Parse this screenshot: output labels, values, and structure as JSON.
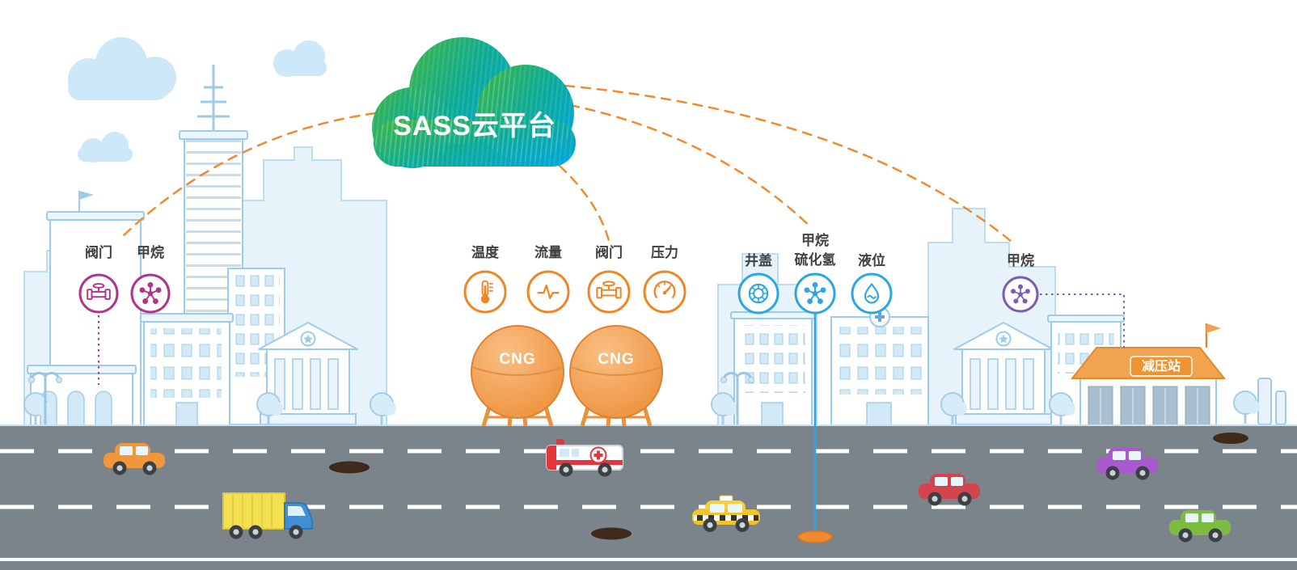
{
  "cloud": {
    "label": "SASS云平台"
  },
  "sensor_groups": [
    {
      "id": "city-pipeline",
      "accent_color": "#b0338c",
      "sensors": [
        {
          "label": "阀门",
          "icon": "valve-icon"
        },
        {
          "label": "甲烷",
          "icon": "methane-molecule-icon"
        }
      ]
    },
    {
      "id": "cng-storage",
      "accent_color": "#ef8626",
      "sensors": [
        {
          "label": "温度",
          "icon": "thermometer-icon"
        },
        {
          "label": "流量",
          "icon": "flow-meter-icon"
        },
        {
          "label": "阀门",
          "icon": "valve-icon"
        },
        {
          "label": "压力",
          "icon": "pressure-gauge-icon"
        }
      ]
    },
    {
      "id": "manhole-monitoring",
      "accent_color": "#2ba7df",
      "sensors": [
        {
          "label": "井盖",
          "icon": "manhole-cover-icon"
        },
        {
          "label": "甲烷",
          "label_line2": "硫化氢",
          "icon": "methane-molecule-icon"
        },
        {
          "label": "液位",
          "icon": "liquid-level-icon"
        }
      ]
    },
    {
      "id": "pressure-station",
      "accent_color": "#7a5cb5",
      "sensors": [
        {
          "label": "甲烷",
          "icon": "methane-molecule-icon"
        }
      ]
    }
  ],
  "tanks": [
    {
      "label": "CNG"
    },
    {
      "label": "CNG"
    }
  ],
  "pressure_station": {
    "sign": "减压站"
  },
  "colors": {
    "cloud_gradient": [
      "#3ab54a",
      "#0cab96",
      "#00a6d8"
    ],
    "link_dash": "#f08a2e",
    "road": "#7b848b",
    "city_outline": "#9ecbe8",
    "city_fill": "#e7f3fb",
    "tank_orange": "#ef9433"
  },
  "vehicles": [
    {
      "type": "car",
      "color": "#f0973b"
    },
    {
      "type": "truck",
      "color": "#f4e152"
    },
    {
      "type": "ambulance",
      "color": "#ffffff"
    },
    {
      "type": "taxi",
      "color": "#f2c42c"
    },
    {
      "type": "car",
      "color": "#d2454f"
    },
    {
      "type": "car",
      "color": "#a958cd"
    },
    {
      "type": "car",
      "color": "#7cbd41"
    }
  ]
}
